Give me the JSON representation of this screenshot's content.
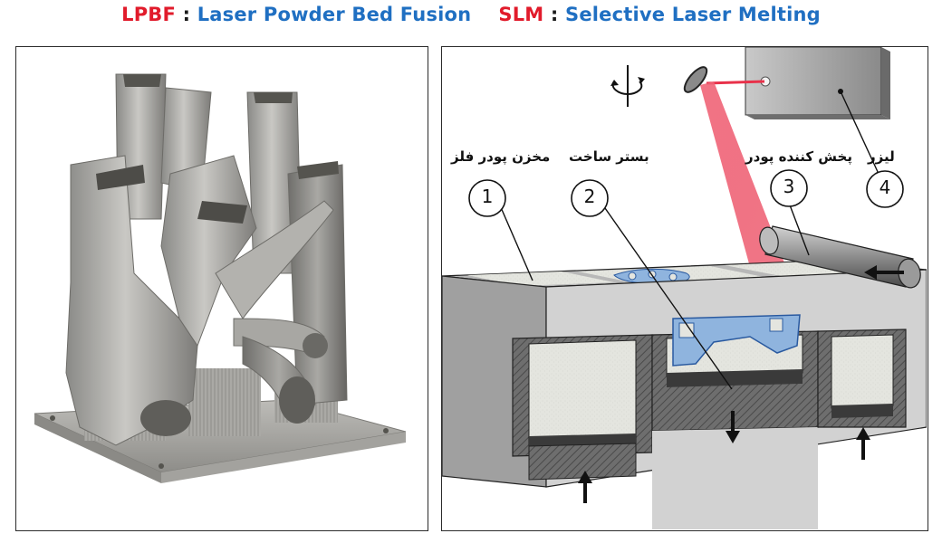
{
  "header": {
    "abbr1": "LPBF",
    "sep1": " : ",
    "full1": "Laser Powder Bed Fusion",
    "abbr2": "SLM",
    "sep2": " : ",
    "full2": "Selective Laser Melting"
  },
  "colors": {
    "red": "#e11b2b",
    "blue": "#1f6fc2",
    "laser": "#e8314a",
    "part_blue": "#8fb4de"
  },
  "diagram": {
    "labels": [
      {
        "number": "1",
        "text": "مخزن پودر فلز"
      },
      {
        "number": "2",
        "text": "بستر ساخت"
      },
      {
        "number": "3",
        "text": "پخش کننده پودر"
      },
      {
        "number": "4",
        "text": "لیزر"
      }
    ]
  },
  "left_panel": {
    "subject": "metal-3d-printed-part-photo"
  }
}
